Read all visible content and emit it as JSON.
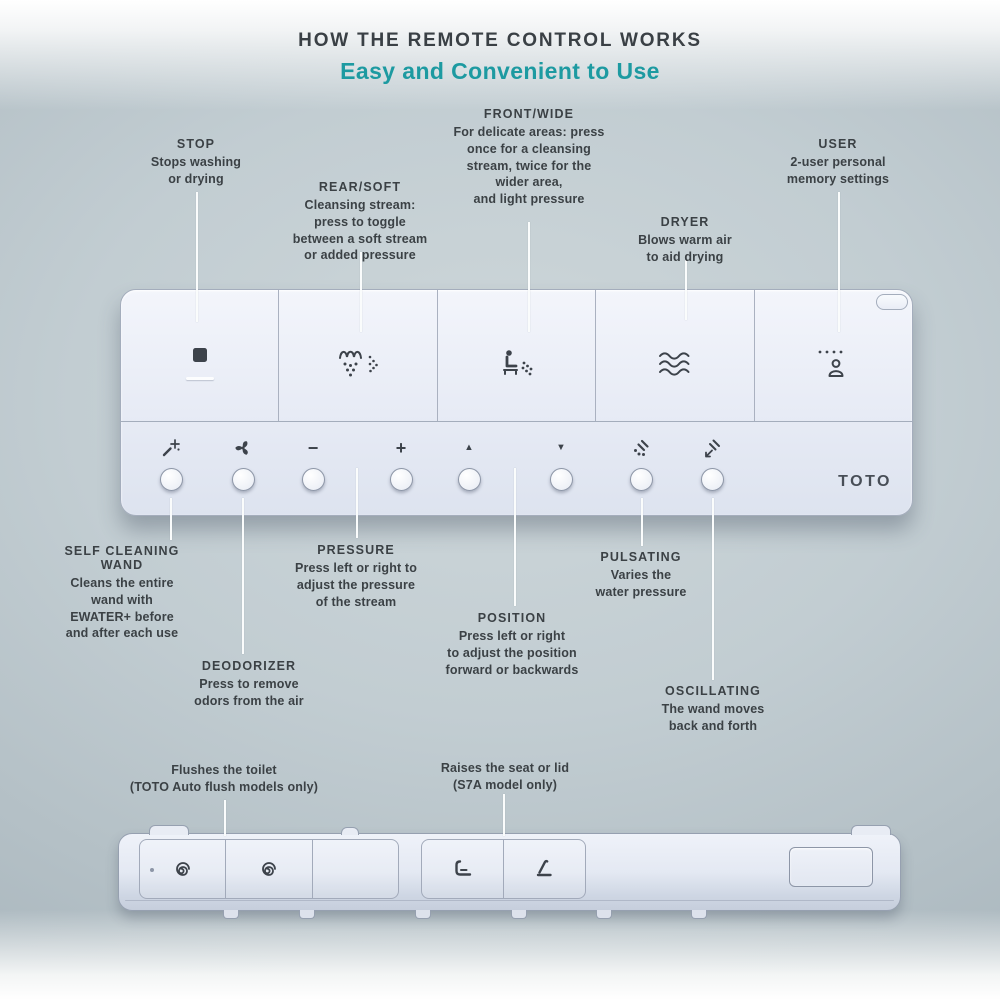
{
  "header": {
    "title": "HOW THE REMOTE CONTROL WORKS",
    "subtitle": "Easy and Convenient to Use"
  },
  "callouts": [
    {
      "id": "stop",
      "title": "STOP",
      "body": "Stops washing\nor drying"
    },
    {
      "id": "rear-soft",
      "title": "REAR/SOFT",
      "body": "Cleansing stream:\npress to toggle\nbetween a soft stream\nor added pressure"
    },
    {
      "id": "front-wide",
      "title": "FRONT/WIDE",
      "body": "For delicate areas: press\nonce for a cleansing\nstream,  twice for the\nwider area,\nand light pressure"
    },
    {
      "id": "dryer",
      "title": "DRYER",
      "body": "Blows warm air\nto aid drying"
    },
    {
      "id": "user",
      "title": "USER",
      "body": "2-user personal\nmemory settings"
    },
    {
      "id": "self-cleaning-wand",
      "title": "SELF CLEANING\nWAND",
      "body": "Cleans the entire\nwand with\nEWATER+ before\nand after each use"
    },
    {
      "id": "pressure",
      "title": "PRESSURE",
      "body": "Press left or right to\nadjust the pressure\nof the stream"
    },
    {
      "id": "position",
      "title": "POSITION",
      "body": "Press left or right\nto adjust the position\nforward or backwards"
    },
    {
      "id": "pulsating",
      "title": "PULSATING",
      "body": "Varies the\nwater pressure"
    },
    {
      "id": "deodorizer",
      "title": "DEODORIZER",
      "body": "Press to remove\nodors from the air"
    },
    {
      "id": "oscillating",
      "title": "OSCILLATING",
      "body": "The wand moves\nback and forth"
    },
    {
      "id": "flush-note",
      "body": "Flushes the toilet\n(TOTO Auto flush models only)"
    },
    {
      "id": "seat-note",
      "body": "Raises the seat or lid\n(S7A model only)"
    }
  ],
  "remote": {
    "brand": "TOTO",
    "glyphs": {
      "minus": "−",
      "plus": "+",
      "up": "▲",
      "down": "▼"
    }
  }
}
